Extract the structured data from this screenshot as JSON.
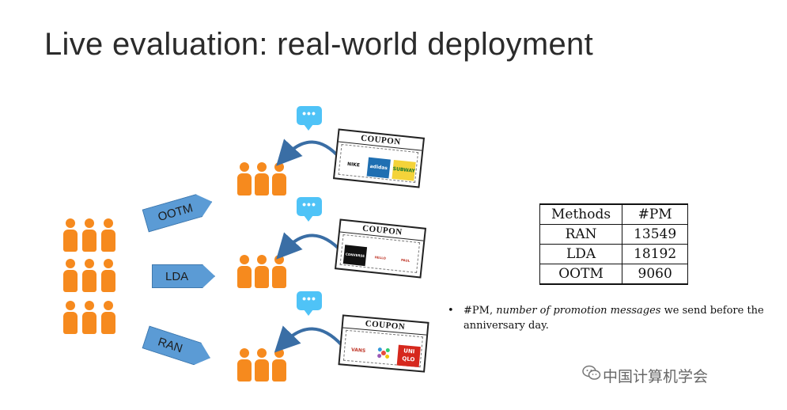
{
  "slide": {
    "title": "Live evaluation: real-world deployment"
  },
  "arrows": [
    {
      "label": "OOTM"
    },
    {
      "label": "LDA"
    },
    {
      "label": "RAN"
    }
  ],
  "coupons": [
    {
      "title": "COUPON",
      "brands": [
        "NIKE",
        "adidas",
        "SUBWAY"
      ]
    },
    {
      "title": "COUPON",
      "brands": [
        "CONVERSE",
        "HELLO KITTY",
        "PAUL FRANK"
      ]
    },
    {
      "title": "COUPON",
      "brands": [
        "VANS",
        "",
        "UNI QLO"
      ]
    }
  ],
  "icons": {
    "people": "person-icon",
    "message": "chat-bubble-icon",
    "curved_arrow": "curved-arrow-icon",
    "wechat": "wechat-icon"
  },
  "colors": {
    "person": "#f68a1e",
    "arrow_fill": "#5b9bd5",
    "bubble": "#4fc3f7",
    "curve": "#3a6ea5"
  },
  "table": {
    "headers": [
      "Methods",
      "#PM"
    ],
    "rows": [
      [
        "RAN",
        "13549"
      ],
      [
        "LDA",
        "18192"
      ],
      [
        "OOTM",
        "9060"
      ]
    ]
  },
  "note": {
    "bullet": "•",
    "term": "#PM,",
    "italic": "number of promotion messages",
    "rest": "we send before the anniversary day."
  },
  "watermark": {
    "text": "中国计算机学会"
  }
}
